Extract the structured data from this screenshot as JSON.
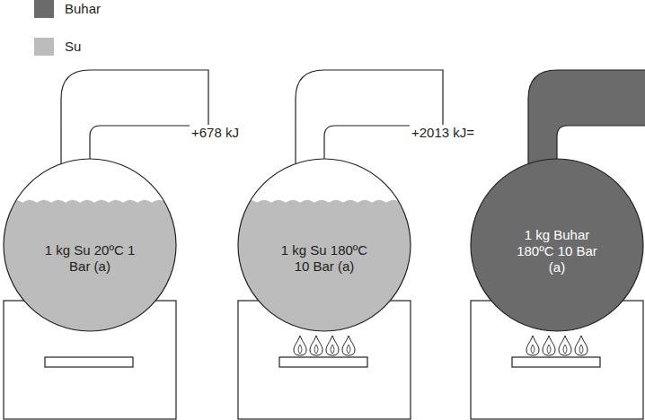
{
  "diagram": {
    "nodes": [
      {
        "text": [
          "1 kg Su 20ºC 1 Bar (a)"
        ]
      },
      {
        "text": [
          "1 kg Su 180ºC 10 Bar (a)"
        ]
      },
      {
        "text": [
          "1 kg Buhar 180ºC 10 Bar (a)"
        ]
      }
    ],
    "labels": [
      "+678 kJ",
      "+2013 kJ="
    ],
    "legend": [
      {
        "text": "Buhar",
        "color": "#6b6b6b"
      },
      {
        "text": "Su",
        "color": "#bcbcbc"
      }
    ]
  }
}
